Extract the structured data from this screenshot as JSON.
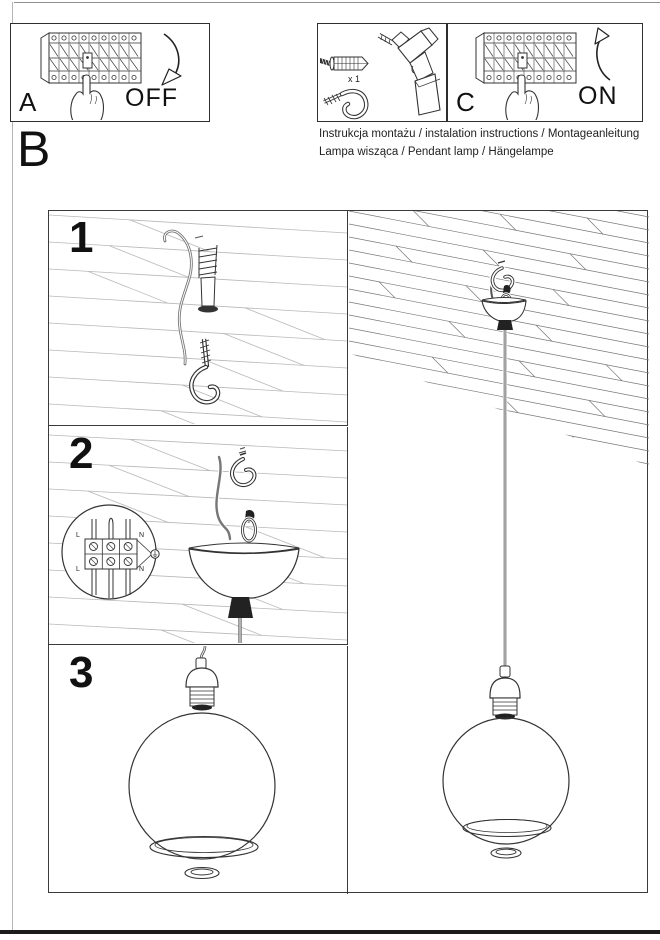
{
  "panels": {
    "a": {
      "label": "A",
      "state": "OFF"
    },
    "tools": {
      "quantity": "x 1"
    },
    "c": {
      "label": "C",
      "state": "ON"
    }
  },
  "section_label": "B",
  "header": {
    "line1": "Instrukcja montażu / instalation instructions / Montageanleitung",
    "line2": "Lampa wisząca / Pendant lamp / Hängelampe"
  },
  "steps": [
    {
      "number": "1"
    },
    {
      "number": "2"
    },
    {
      "number": "3"
    }
  ],
  "wiring_inset": {
    "l_top": "L",
    "n_top": "N",
    "l_bottom": "L",
    "n_bottom": "N"
  },
  "colors": {
    "ink": "#1a1a1a",
    "stroke": "#333333",
    "hatch_light": "#b8b8b8",
    "hatch_dark": "#777777"
  }
}
